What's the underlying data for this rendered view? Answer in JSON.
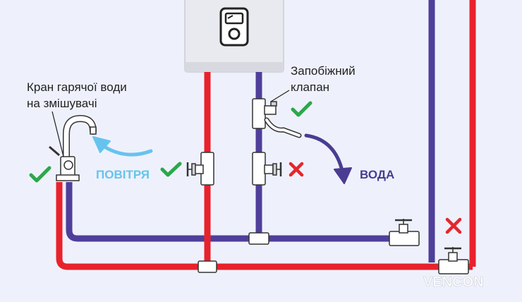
{
  "labels": {
    "faucet_line1": "Кран гарячої води",
    "faucet_line2": "на змішувачі",
    "valve_line1": "Запобіжний",
    "valve_line2": "клапан",
    "air": "ПОВІТРЯ",
    "water": "ВОДА",
    "brand": "VENCON"
  },
  "colors": {
    "background": "#eef1fb",
    "hot_pipe": "#e8222c",
    "cold_pipe": "#4f3f9a",
    "check": "#2aa84a",
    "cross": "#e5262c",
    "air_arrow": "#66c3ee",
    "water_arrow": "#4a3c92",
    "boiler": "#e6e7ec"
  },
  "marks": [
    {
      "id": "faucet",
      "status": "check"
    },
    {
      "id": "air-valve",
      "status": "check"
    },
    {
      "id": "safety-valve",
      "status": "check"
    },
    {
      "id": "cold-inlet-valve",
      "status": "cross"
    },
    {
      "id": "main-valve",
      "status": "cross"
    }
  ]
}
